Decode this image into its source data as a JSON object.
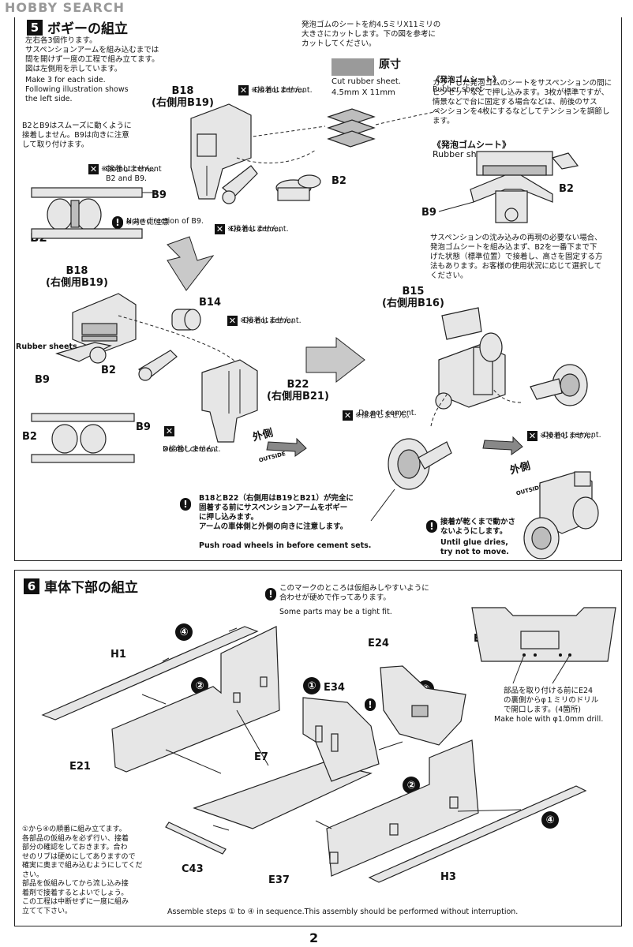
{
  "header": {
    "watermark": "HOBBY SEARCH"
  },
  "step5": {
    "number": "5",
    "title": "ボギーの組立",
    "intro_ja": "左右各3個作ります。\nサスペンションアームを組み込むまでは\n間を開けず一度の工程で組み立てます。\n図は左側用を示しています。",
    "intro_en": "Make 3 for each side.\nFollowing illustration shows\nthe left side.",
    "cut_note": "発泡ゴムのシートを約4.5ミリX11ミリの\n大きさにカットします。下の図を参考に\nカットしてください。",
    "actual_size": "原寸",
    "cut_en": "Cut rubber sheet.",
    "cut_dims": "4.5mm  X  11mm",
    "rubber_title": "《発泡ゴムシート》",
    "rubber_title_en": "Rubber sheet",
    "rubber_desc": "カットした発泡ゴムのシートをサスペンションの間に\nピンセットなどで押し込みます。3枚が標準ですが、\n情景などで台に固定する場合などは、前後のサス\nペンションを4枚にするなどしてテンションを調節し\nます。",
    "rubber_title2": "《発泡ゴムシート》",
    "rubber_title2_en": "Rubber sheet",
    "b2_b9_note": "B2とB9はスムーズに動くように\n接着しません。B9は向きに注意\nして取り付けます。",
    "no_cement_b2b9_ja": "※接着しません。",
    "no_cement_b2b9_en": "Do not cement\nB2 and B9.",
    "note_dir_ja": "※向きに注意",
    "note_dir_en": "Note direction of B9.",
    "nc_ja": "※接着しません。",
    "nc_en": "Do not cement.",
    "suspension_note": "サスペンションの沈み込みの再現の必要ない場合、\n発泡ゴムシートを組み込まず、B2を一番下まで下\nげた状態（標準位置）で接着し、高さを固定する方\n法もあります。お客様の使用状況に応じて選択して\nください。",
    "labels": {
      "b18": "B18\n(右側用B19)",
      "b9": "B9",
      "b2": "B2",
      "b14": "B14",
      "b22": "B22\n(右側用B21)",
      "b15": "B15\n(右側用B16)",
      "rubber_sheets": "Rubber sheets",
      "outside_ja": "外側",
      "outside_en": "OUTSIDE"
    },
    "push_note_ja": "B18とB22（右側用はB19とB21）が完全に\n固着する前にサスペンションアームをボギー\nに押し込みます。\nアームの車体側と外側の向きに注意します。",
    "push_note_en": "Push road wheels in before cement sets.",
    "glue_note_ja": "接着が乾くまで動かさ\nないようにします。",
    "glue_note_en": "Until glue dries,\ntry not to move."
  },
  "step6": {
    "number": "6",
    "title": "車体下部の組立",
    "tight_ja": "このマークのところは仮組みしやすいように\n合わせが硬めで作ってあります。",
    "tight_en": "Some parts may be a tight fit.",
    "drill_ja": "部品を取り付ける前にE24\nの裏側からφ１ミリのドリル\nで開口します。(4箇所)",
    "drill_en": "Make hole with φ1.0mm drill.",
    "sequence_ja": "①から④の順番に組み立てます。\n各部品の仮組みを必ず行い、接着\n部分の確認をしておきます。合わ\nせのリブは硬めにしてありますので\n確実に奥まで組み込むようにしてくだ\nさい。\n部品を仮組みしてから流し込み接\n着剤で接着するとよいでしょう。\nこの工程は中断せずに一度に組み\n立てて下さい。",
    "sequence_en": "Assemble steps ① to ④ in sequence.This assembly should be performed without interruption.",
    "labels": {
      "h1": "H1",
      "e21": "E21",
      "e7": "E7",
      "e34": "E34",
      "e24": "E24",
      "e24b": "E24",
      "c43": "C43",
      "e37": "E37",
      "h3": "H3"
    },
    "circles": [
      "④",
      "②",
      "①",
      "③",
      "②",
      "④"
    ]
  },
  "page_number": "2"
}
